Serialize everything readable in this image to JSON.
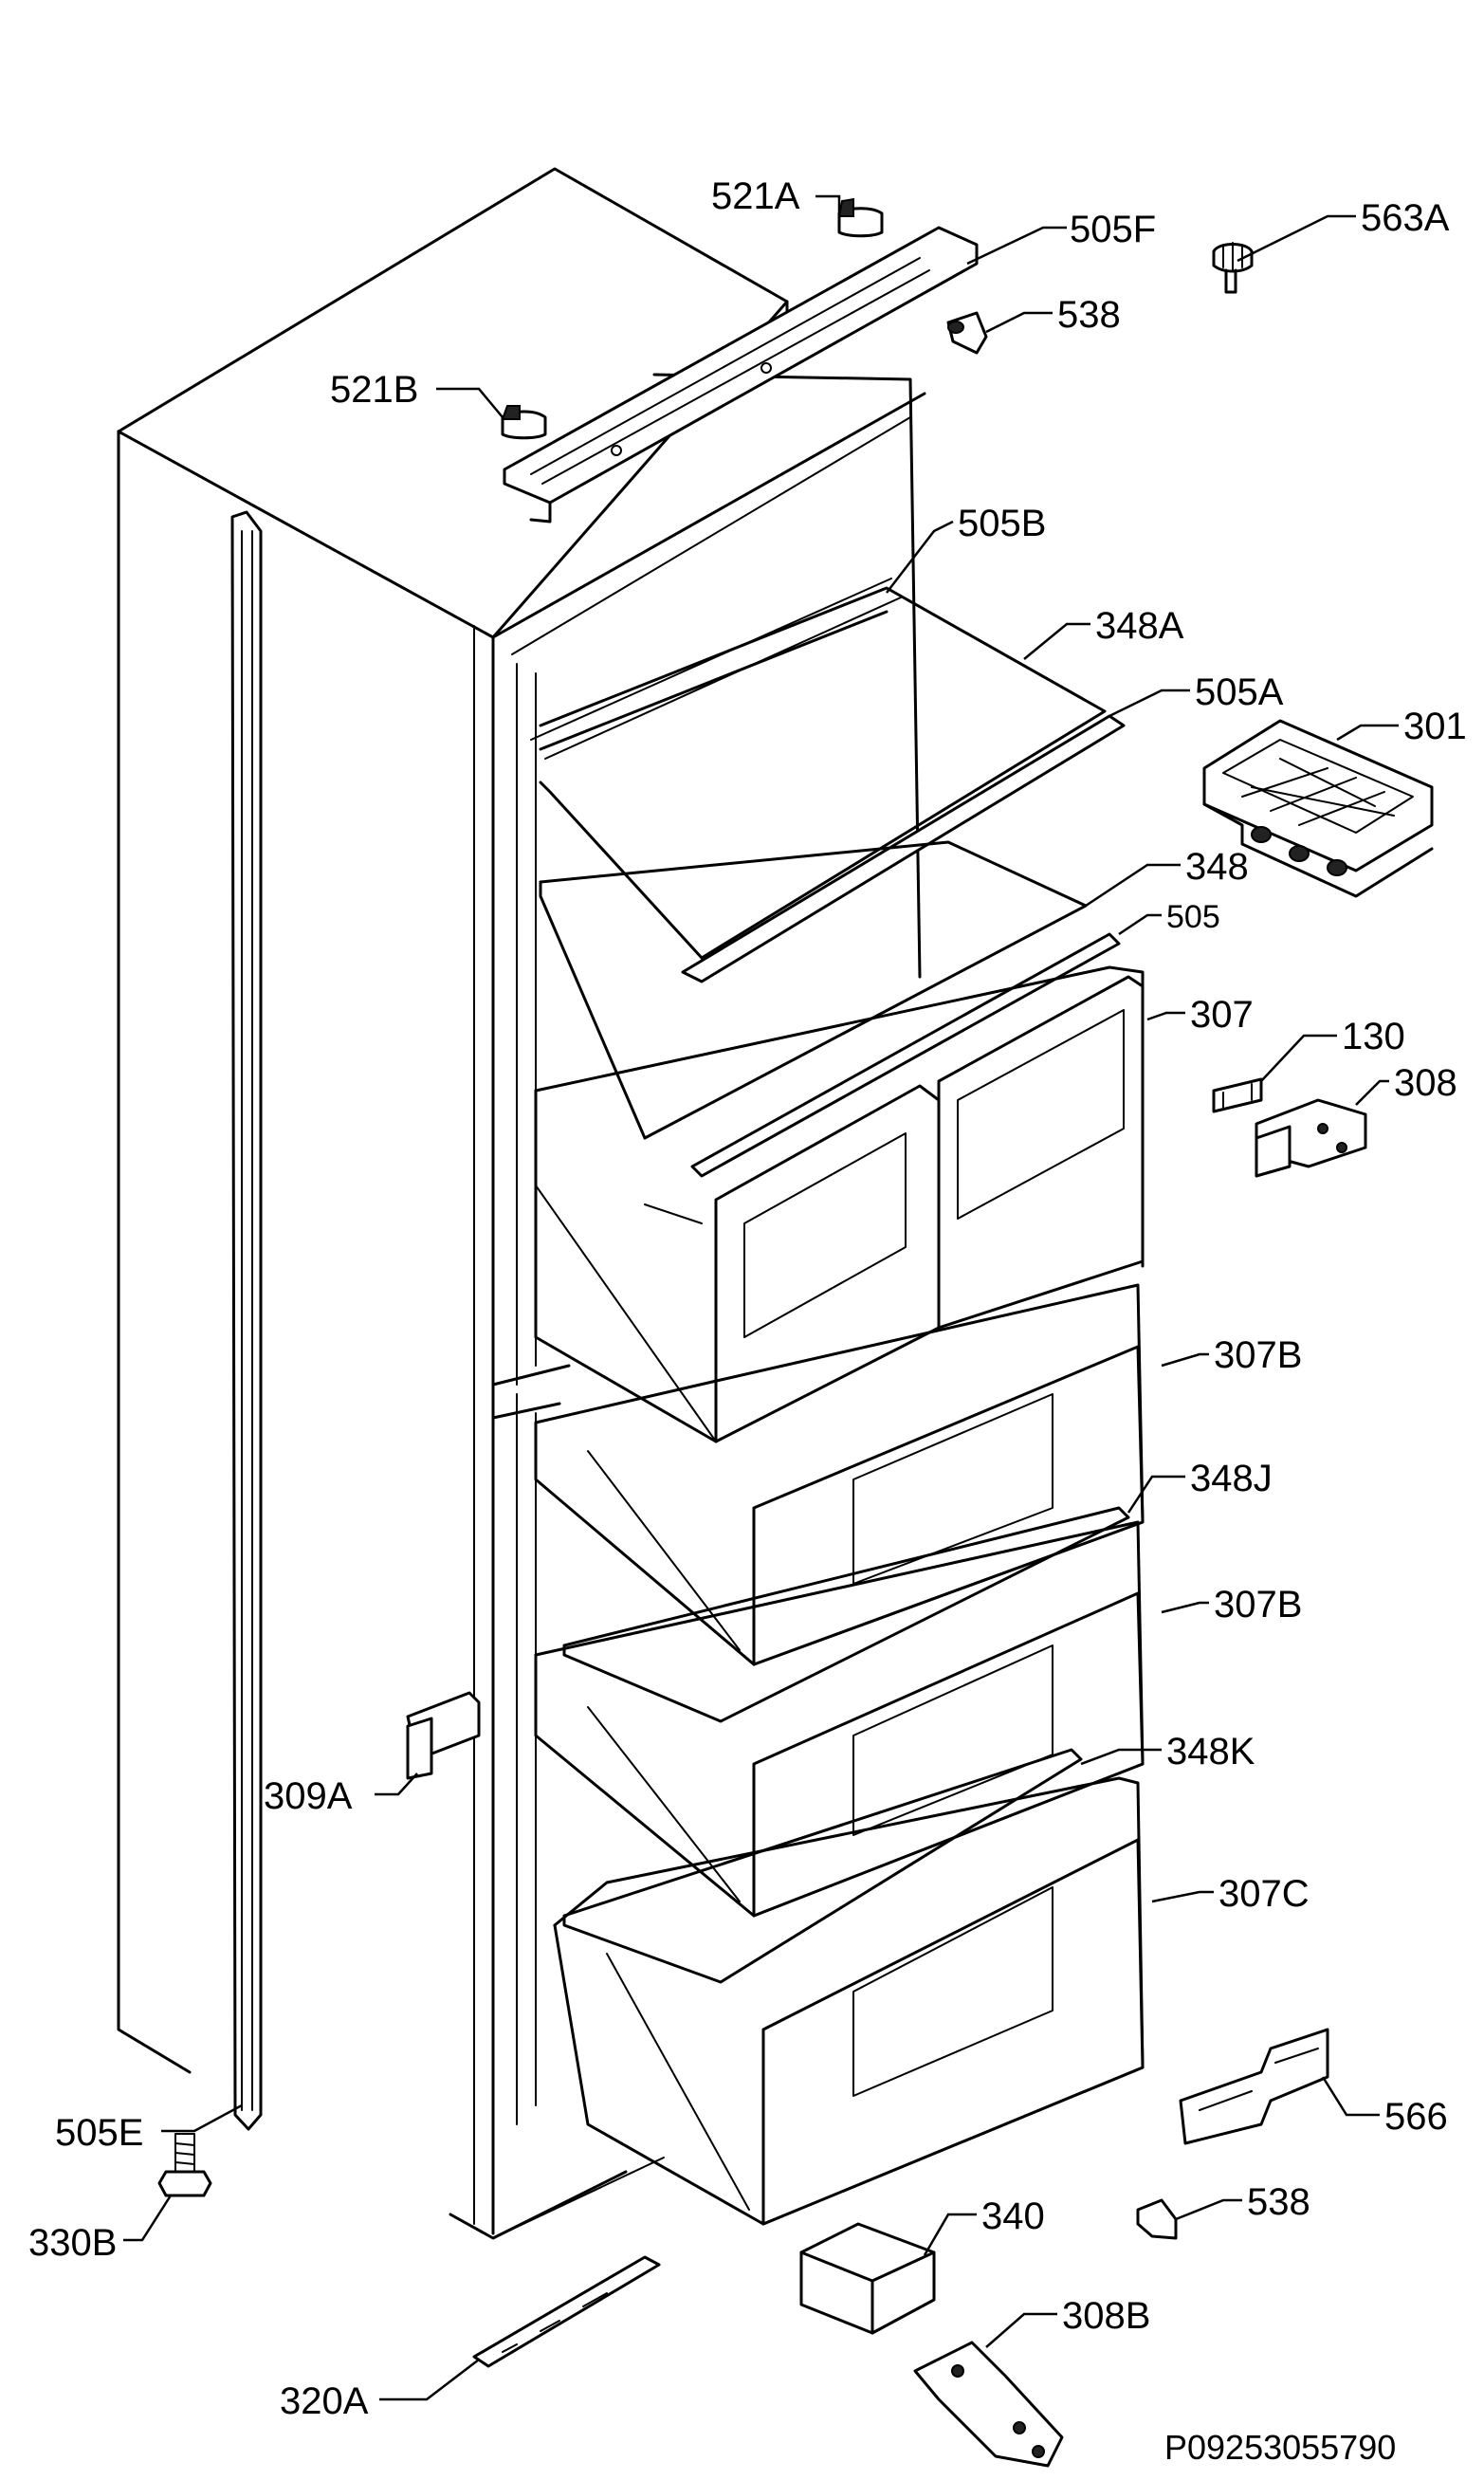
{
  "doc_code": "P09253055790",
  "labels": {
    "p521A": "521A",
    "p505F": "505F",
    "p563A": "563A",
    "p538_top": "538",
    "p521B": "521B",
    "p505B": "505B",
    "p348A": "348A",
    "p505A": "505A",
    "p301": "301",
    "p348": "348",
    "p505": "505",
    "p307": "307",
    "p130": "130",
    "p308": "308",
    "p307B_1": "307B",
    "p348J": "348J",
    "p307B_2": "307B",
    "p348K": "348K",
    "p309A": "309A",
    "p307C": "307C",
    "p566": "566",
    "p505E": "505E",
    "p330B": "330B",
    "p340": "340",
    "p538_bottom": "538",
    "p308B": "308B",
    "p320A": "320A"
  }
}
